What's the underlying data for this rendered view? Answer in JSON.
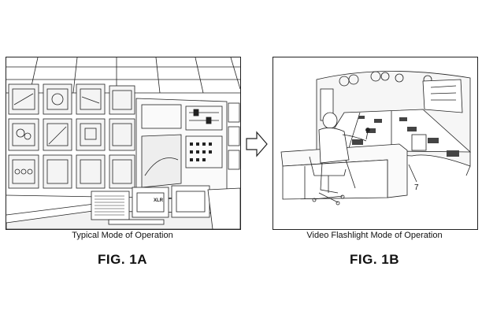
{
  "figure_a": {
    "caption": "Typical Mode of Operation",
    "label": "FIG. 1A",
    "monitor_label": "XLR"
  },
  "figure_b": {
    "caption": "Video Flashlight Mode of Operation",
    "label": "FIG. 1B",
    "reference_numeral": "7"
  },
  "icons": {
    "connector": "right-arrow-icon"
  }
}
